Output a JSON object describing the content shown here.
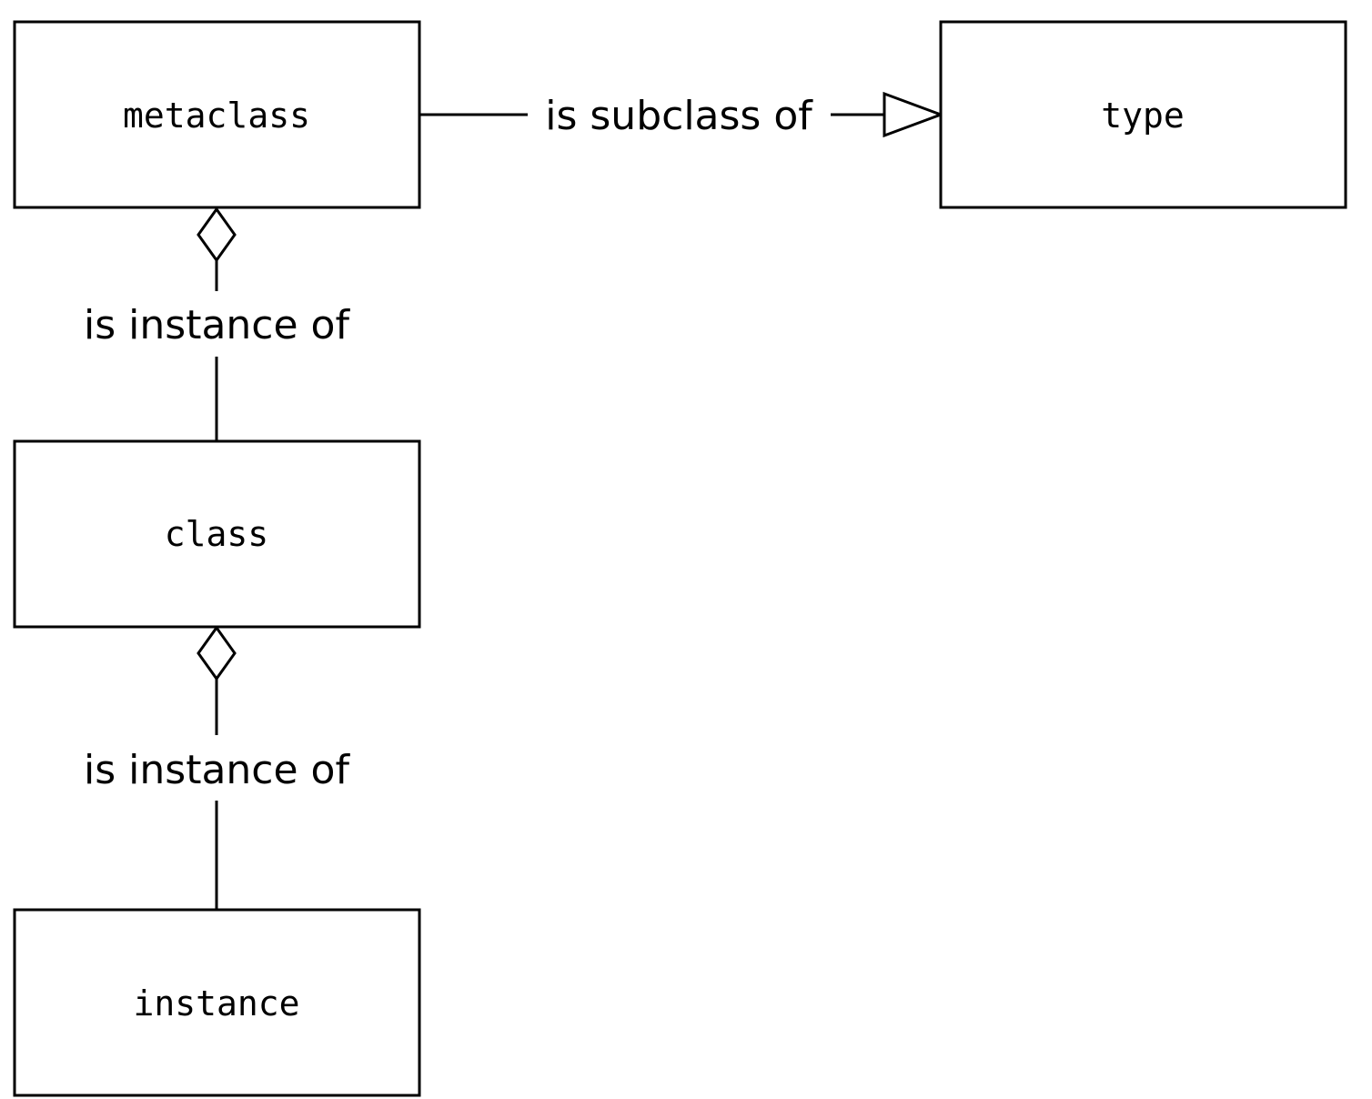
{
  "nodes": {
    "metaclass": "metaclass",
    "type": "type",
    "class": "class",
    "instance": "instance"
  },
  "edges": {
    "metaclass_to_type": "is subclass of",
    "class_to_metaclass": "is instance of",
    "instance_to_class": "is instance of"
  },
  "colors": {
    "stroke": "#000000",
    "background": "#ffffff"
  }
}
